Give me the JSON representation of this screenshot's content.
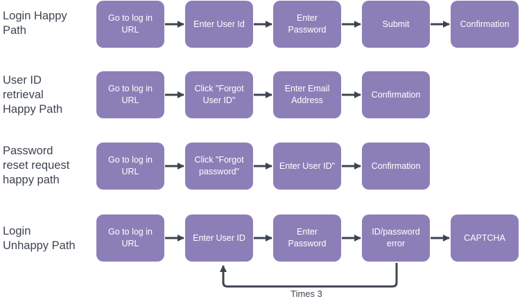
{
  "colors": {
    "box_fill": "#8c7fb8",
    "box_text": "#ffffff",
    "arrow": "#3d4450",
    "label_text": "#3d4450"
  },
  "rows": [
    {
      "label": "Login Happy\nPath",
      "steps": [
        "Go to log in\nURL",
        "Enter User Id",
        "Enter\nPassword",
        "Submit",
        "Confirmation"
      ]
    },
    {
      "label": "User ID\nretrieval\nHappy Path",
      "steps": [
        "Go to log in\nURL",
        "Click \"Forgot\nUser ID\"",
        "Enter Email\nAddress",
        "Confirmation"
      ]
    },
    {
      "label": "Password\nreset request\nhappy path",
      "steps": [
        "Go to log in\nURL",
        "Click \"Forgot\npassword\"",
        "Enter User ID\"",
        "Confirmation"
      ]
    },
    {
      "label": "Login\nUnhappy Path",
      "steps": [
        "Go to log in\nURL",
        "Enter User ID",
        "Enter\nPassword",
        "ID/password\nerror",
        "CAPTCHA"
      ]
    }
  ],
  "loop": {
    "label": "Times 3"
  }
}
